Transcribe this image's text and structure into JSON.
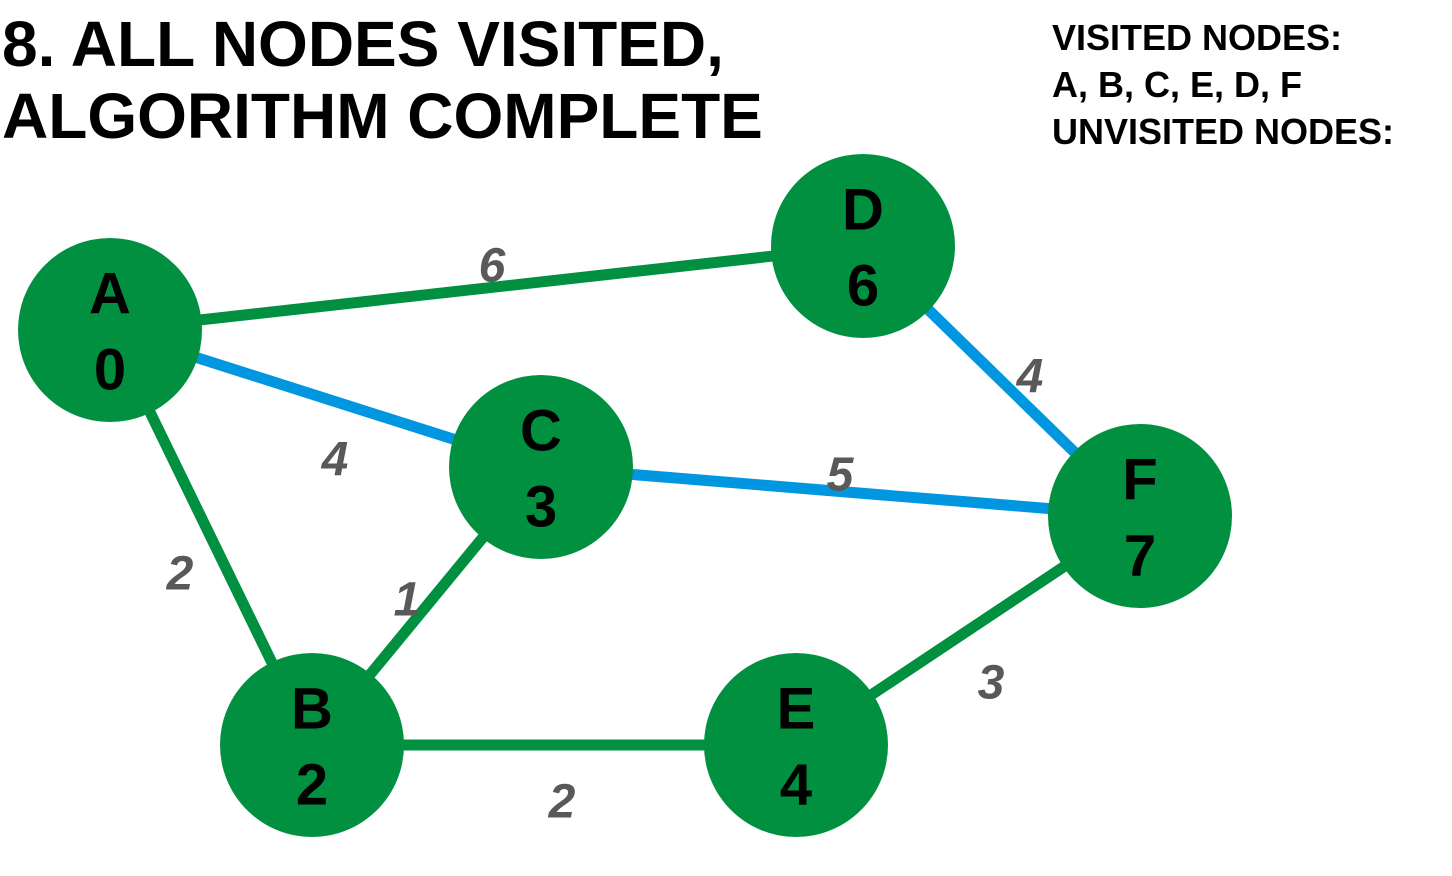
{
  "title": {
    "line1": "8. ALL NODES VISITED,",
    "line2": "ALGORITHM COMPLETE"
  },
  "status": {
    "visited_label": "VISITED NODES:",
    "visited_list": "A, B, C, E, D, F",
    "unvisited_label": "UNVISITED NODES:"
  },
  "colors": {
    "node_fill": "#009040",
    "edge_default": "#009040",
    "edge_highlight": "#0096e0",
    "weight_text": "#595959"
  },
  "nodes": [
    {
      "id": "A",
      "label": "A",
      "distance": "0"
    },
    {
      "id": "B",
      "label": "B",
      "distance": "2"
    },
    {
      "id": "C",
      "label": "C",
      "distance": "3"
    },
    {
      "id": "D",
      "label": "D",
      "distance": "6"
    },
    {
      "id": "E",
      "label": "E",
      "distance": "4"
    },
    {
      "id": "F",
      "label": "F",
      "distance": "7"
    }
  ],
  "edges": [
    {
      "from": "A",
      "to": "D",
      "weight": "6",
      "highlight": false
    },
    {
      "from": "A",
      "to": "C",
      "weight": "4",
      "highlight": true
    },
    {
      "from": "A",
      "to": "B",
      "weight": "2",
      "highlight": false
    },
    {
      "from": "B",
      "to": "C",
      "weight": "1",
      "highlight": false
    },
    {
      "from": "B",
      "to": "E",
      "weight": "2",
      "highlight": false
    },
    {
      "from": "C",
      "to": "F",
      "weight": "5",
      "highlight": true
    },
    {
      "from": "D",
      "to": "F",
      "weight": "4",
      "highlight": true
    },
    {
      "from": "E",
      "to": "F",
      "weight": "3",
      "highlight": false
    }
  ]
}
